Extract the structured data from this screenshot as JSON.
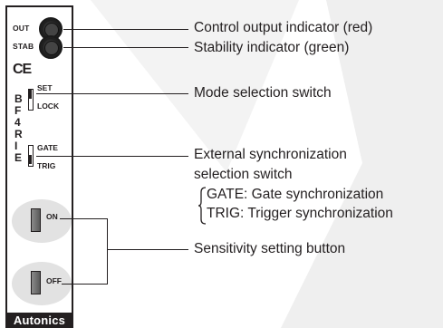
{
  "device": {
    "indicators": [
      {
        "label": "OUT"
      },
      {
        "label": "STAB"
      }
    ],
    "ce_mark": "CE",
    "model_chars": [
      "B",
      "F",
      "4",
      "R",
      "I",
      "E"
    ],
    "mode_switch": {
      "top": "SET",
      "bottom": "LOCK"
    },
    "sync_switch": {
      "top": "GATE",
      "bottom": "TRIG"
    },
    "buttons": [
      {
        "label": "ON"
      },
      {
        "label": "OFF"
      }
    ],
    "brand": "Autonics"
  },
  "callouts": {
    "control_output": "Control output indicator (red)",
    "stability": "Stability indicator (green)",
    "mode_switch": "Mode selection switch",
    "sync_line1": "External synchronization",
    "sync_line2": "selection switch",
    "gate_desc": "GATE: Gate synchronization",
    "trig_desc": "TRIG: Trigger synchronization",
    "sensitivity": "Sensitivity setting button"
  },
  "colors": {
    "ink": "#231f20",
    "background_shape": "#eeeeee",
    "button_oval": "#e2e2e2"
  }
}
